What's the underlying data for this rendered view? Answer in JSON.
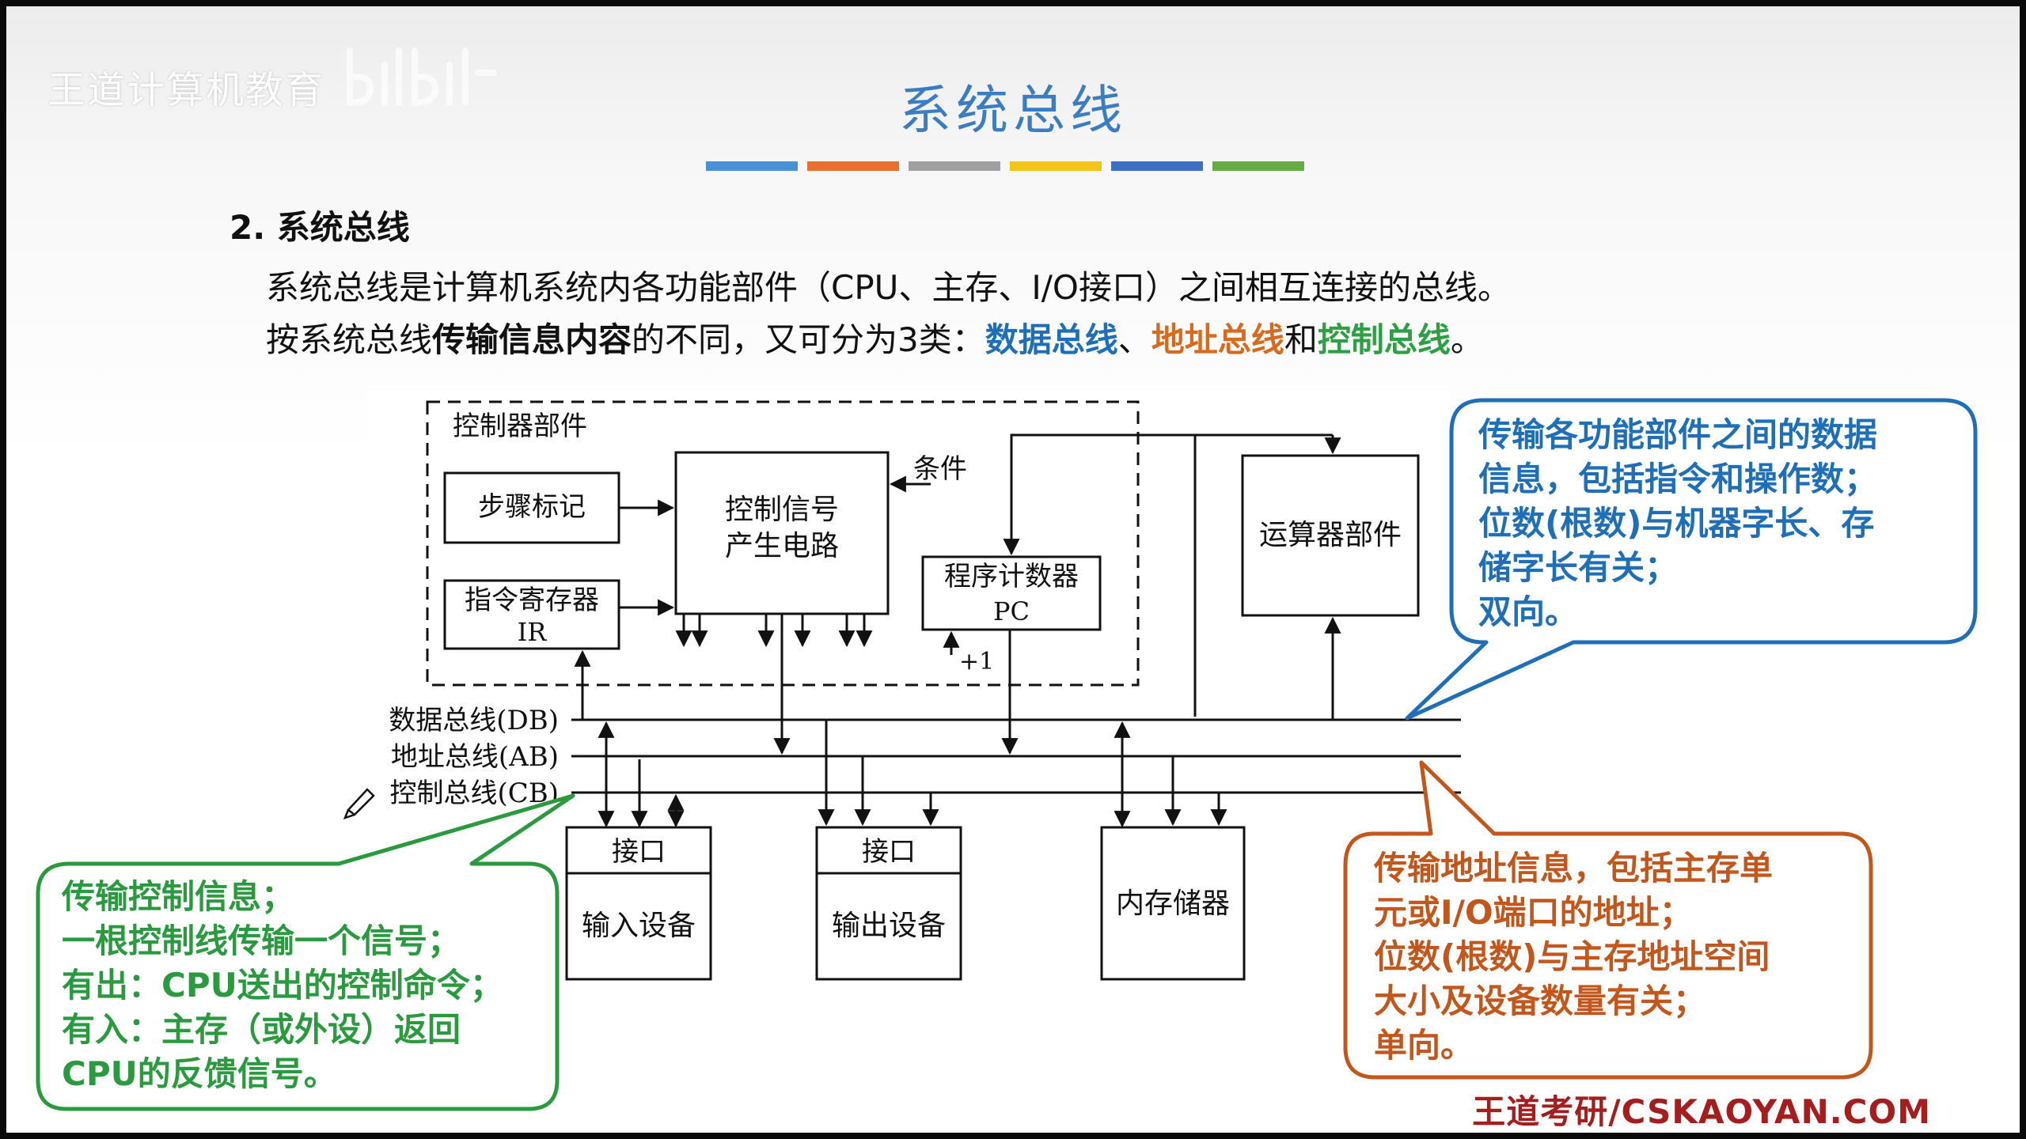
{
  "watermark": "王道计算机教育",
  "title": "系统总线",
  "color_bar": [
    "#4a90d9",
    "#ea7030",
    "#a0a0a0",
    "#f3c419",
    "#3f6fc5",
    "#67ab45"
  ],
  "heading": "2. 系统总线",
  "para1": "系统总线是计算机系统内各功能部件（CPU、主存、I/O接口）之间相互连接的总线。",
  "para2": {
    "prefix": "按系统总线",
    "bold": "传输信息内容",
    "middle": "的不同，又可分为3类：",
    "data_bus": "数据总线",
    "sep1": "、",
    "addr_bus": "地址总线",
    "sep2": "和",
    "ctrl_bus": "控制总线",
    "end": "。"
  },
  "diagram": {
    "controller_group": "控制器部件",
    "step_marker": "步骤标记",
    "signal_circuit_1": "控制信号",
    "signal_circuit_2": "产生电路",
    "condition": "条件",
    "ir_1": "指令寄存器",
    "ir_2": "IR",
    "pc_1": "程序计数器",
    "pc_2": "PC",
    "plus_one": "+1",
    "alu": "运算器部件",
    "db_label": "数据总线(DB)",
    "ab_label": "地址总线(AB)",
    "cb_label": "控制总线(CB)",
    "interface_in": "接口",
    "input_device": "输入设备",
    "interface_out": "接口",
    "output_device": "输出设备",
    "memory": "内存储器"
  },
  "callouts": {
    "data": {
      "color": "#1f6fb8",
      "lines": [
        "传输各功能部件之间的数据",
        "信息，包括指令和操作数；",
        "位数(根数)与机器字长、存",
        "储字长有关；",
        "双向。"
      ]
    },
    "address": {
      "color": "#c2561b",
      "lines": [
        "传输地址信息，包括主存单",
        "元或I/O端口的地址；",
        "位数(根数)与主存地址空间",
        "大小及设备数量有关；",
        "单向。"
      ]
    },
    "control": {
      "color": "#2a9a3e",
      "lines": [
        "传输控制信息；",
        "一根控制线传输一个信号；",
        "有出：CPU送出的控制命令；",
        "有入：主存（或外设）返回",
        "CPU的反馈信号。"
      ]
    }
  },
  "footer": "王道考研/CSKAOYAN.COM"
}
